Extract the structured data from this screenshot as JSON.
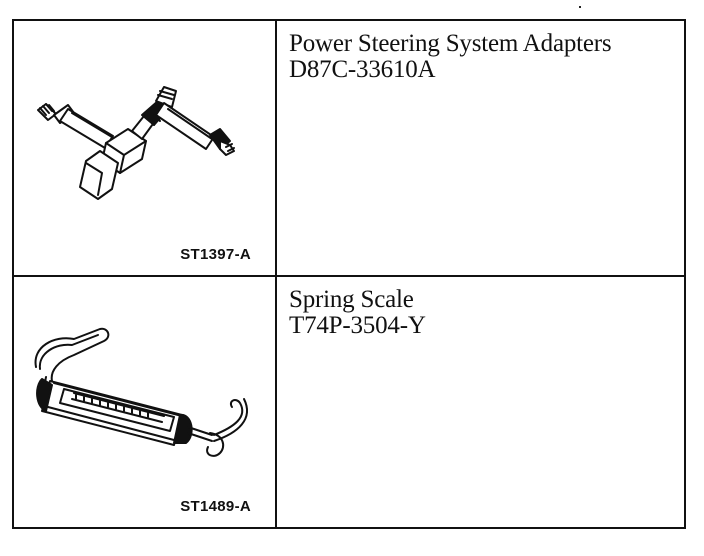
{
  "tools": [
    {
      "name": "Power Steering System Adapters",
      "number": "D87C-33610A",
      "figure_code": "ST1397-A",
      "illustration": "power-steering-adapters-illustration"
    },
    {
      "name": "Spring Scale",
      "number": "T74P-3504-Y",
      "figure_code": "ST1489-A",
      "illustration": "spring-scale-illustration"
    }
  ]
}
